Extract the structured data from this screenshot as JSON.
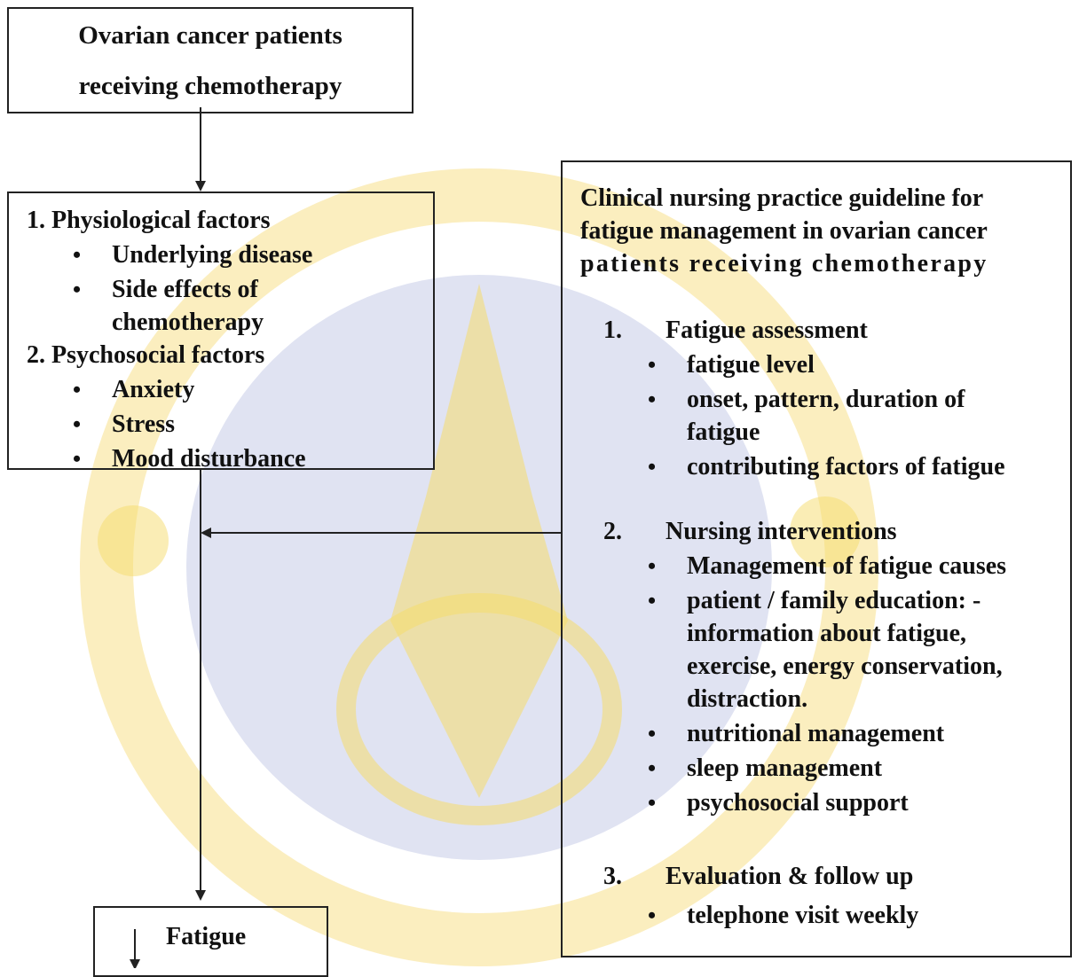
{
  "top_box": {
    "line1": "Ovarian cancer patients",
    "line2": "receiving chemotherapy"
  },
  "factors": {
    "group1": {
      "title": "1.  Physiological factors",
      "items": [
        "Underlying disease",
        "Side effects of",
        "chemotherapy"
      ]
    },
    "group2": {
      "title": "2.  Psychosocial factors",
      "items": [
        "Anxiety",
        "Stress",
        "Mood disturbance"
      ]
    }
  },
  "guideline": {
    "title_line1": "Clinical nursing practice guideline for",
    "title_line2": "fatigue management in ovarian cancer",
    "title_line3": "patients receiving chemotherapy",
    "sections": [
      {
        "num": "1.",
        "title": "Fatigue assessment",
        "items": [
          "fatigue level",
          "onset, pattern, duration of",
          "fatigue",
          "contributing factors of fatigue"
        ]
      },
      {
        "num": "2.",
        "title": "Nursing interventions",
        "items": [
          "Management of fatigue causes",
          "patient / family education: -",
          "information about fatigue,",
          "exercise, energy conservation,",
          "distraction.",
          "nutritional management",
          "sleep management",
          "psychosocial support"
        ]
      },
      {
        "num": "3.",
        "title": "Evaluation & follow up",
        "items": [
          "telephone visit weekly"
        ]
      }
    ]
  },
  "outcome_box": {
    "label": "Fatigue"
  },
  "colors": {
    "watermark_yellow": "#f5d54a",
    "watermark_blue": "#c9cde6",
    "line": "#222222"
  }
}
